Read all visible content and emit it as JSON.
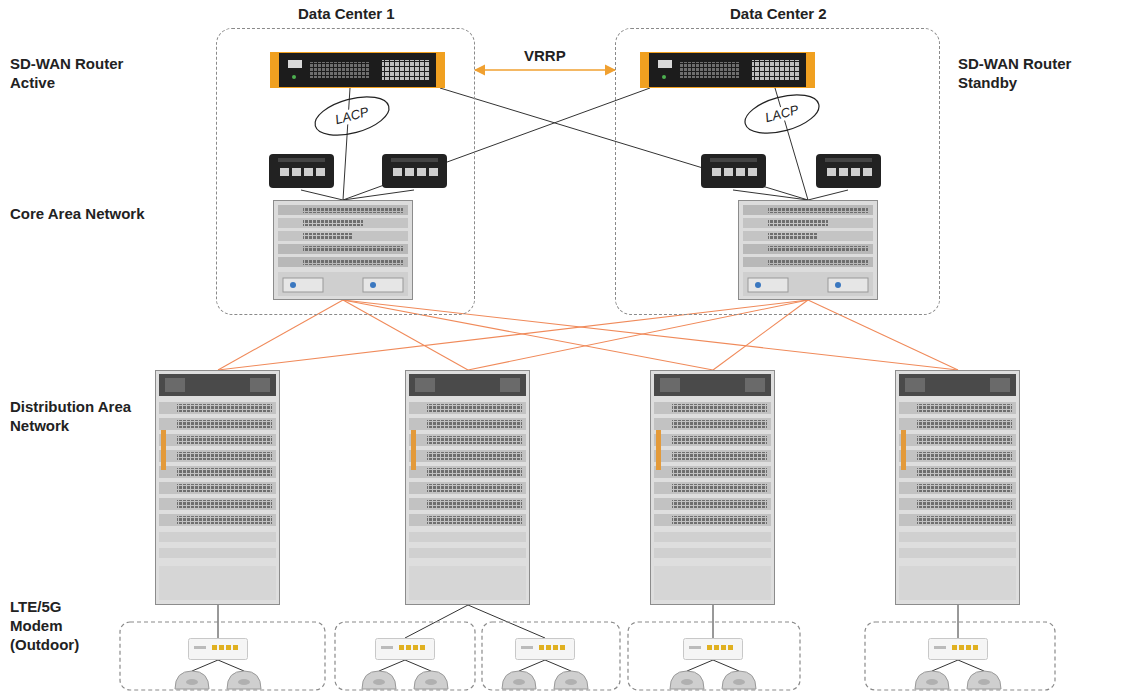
{
  "diagram": {
    "nodes": [
      {
        "text": [
          "Data Center 1"
        ]
      },
      {
        "text": [
          "Data Center 2"
        ]
      }
    ],
    "edges": [
      {
        "from": 0,
        "to": 1,
        "arrow": "both",
        "label": "VRRP"
      }
    ],
    "labels": [
      "SD-WAN Router Active",
      "SD-WAN Router Standby",
      "LACP",
      "LACP",
      "Core Area Network",
      "Distribution Area Network",
      "LTE/5G Modem (Outdoor)"
    ]
  }
}
